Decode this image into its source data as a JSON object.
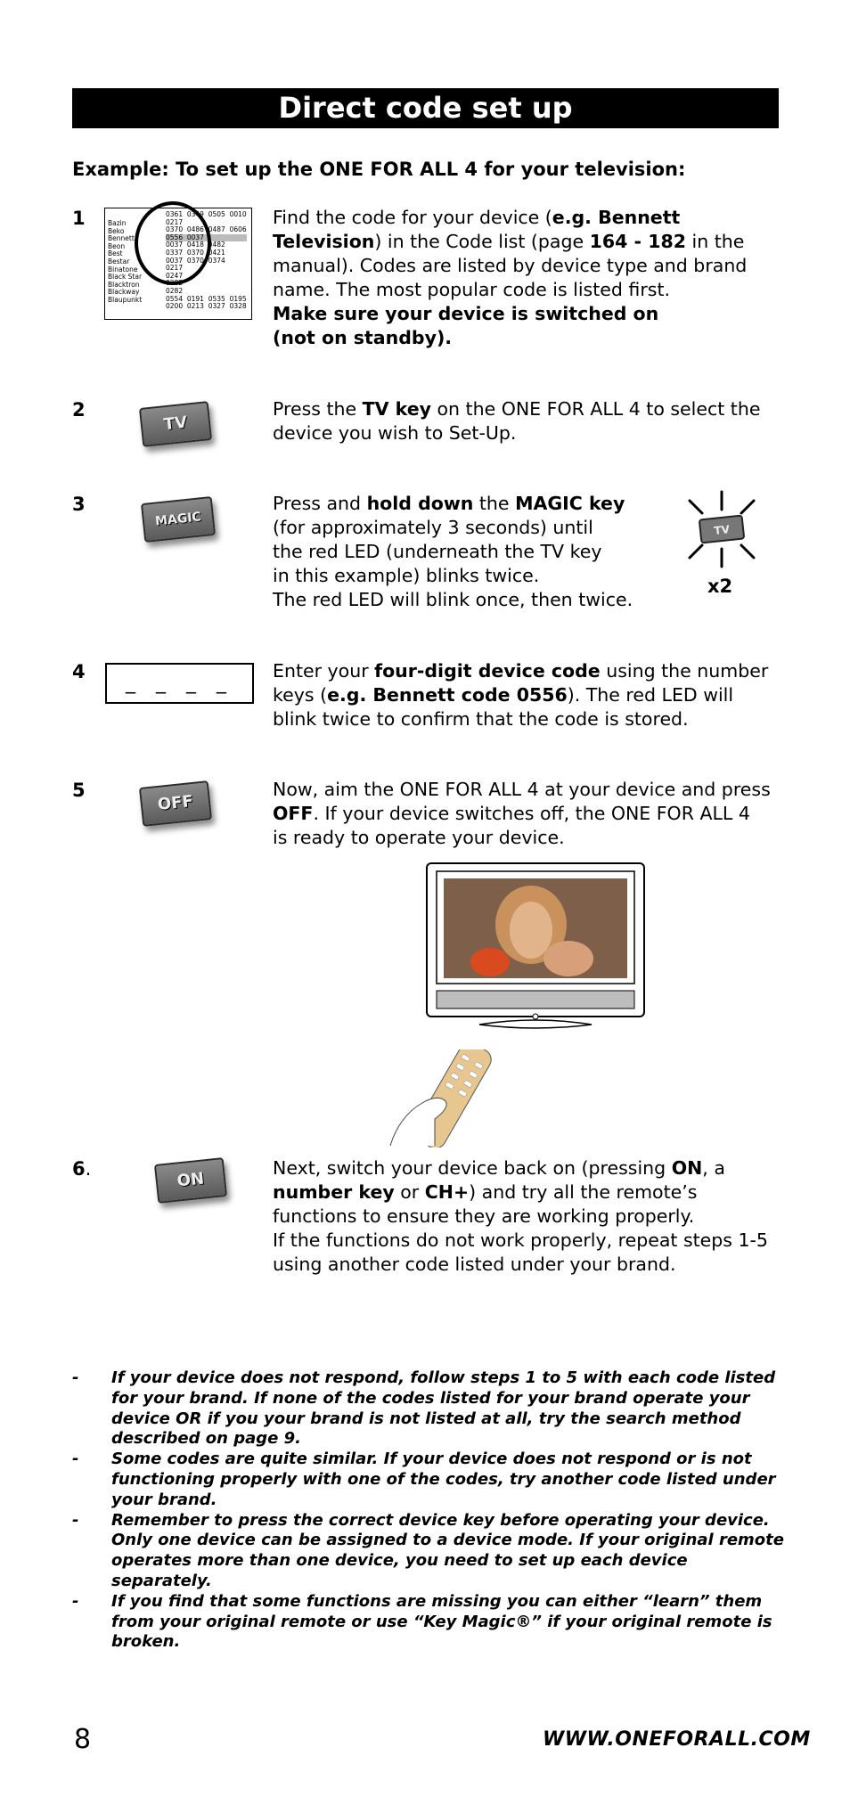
{
  "title": "Direct code set up",
  "example_heading": "Example: To set up the ONE FOR ALL 4 for your television:",
  "steps": {
    "s1": {
      "number": "1",
      "lines": [
        [
          "Find the code for your device (",
          "e.g. Bennett"
        ],
        [
          "Television",
          ") in the Code list (page ",
          "164 - 182",
          " in the"
        ],
        [
          "manual). Codes are listed by device type and brand"
        ],
        [
          "name. The most popular code is listed first."
        ],
        [
          "Make sure your device is switched on"
        ],
        [
          "(not on standby)."
        ]
      ]
    },
    "s2": {
      "number": "2",
      "key": "TV",
      "t1": "Press the ",
      "b1": "TV key",
      "t2": " on the ONE FOR ALL 4 to select the",
      "t3": "device you wish to Set-Up."
    },
    "s3": {
      "number": "3",
      "key": "MAGIC",
      "t1": "Press and ",
      "b1": "hold down",
      "t2": " the ",
      "b2": "MAGIC key",
      "l2": "(for approximately 3 seconds) until",
      "l3": "the red LED (underneath the TV key",
      "l4": "in this example) blinks twice.",
      "l5": "The red LED will blink once, then twice.",
      "blink_key": "TV",
      "blink_count": "x2"
    },
    "s4": {
      "number": "4",
      "code_placeholder": "_ _ _ _",
      "t1": "Enter your ",
      "b1": "four-digit device code",
      "t2": " using the number",
      "t3": "keys (",
      "b2": "e.g. Bennett code 0556",
      "t4": "). The red LED will",
      "l3": "blink twice to confirm that the code is stored."
    },
    "s5": {
      "number": "5",
      "key": "OFF",
      "l1": "Now, aim the ONE FOR ALL 4 at your device and press",
      "b1": "OFF",
      "t2": ".  If your device switches off, the ONE FOR ALL 4",
      "l3": "is ready to operate your device."
    },
    "s6": {
      "number": "6",
      "number_suffix": ".",
      "key": "ON",
      "t1": "Next, switch your device back on (pressing ",
      "b1": "ON",
      "t2": ", a",
      "b2": "number key",
      "t3": " or ",
      "b3": "CH+",
      "t4": ") and try all the remote’s",
      "l3": "functions to ensure they are working properly.",
      "l4": "If the functions do not work properly, repeat steps 1-5",
      "l5": "using another code listed under your brand."
    }
  },
  "code_list": {
    "brands": [
      "Bazin",
      "Beko",
      "Bennett",
      "Beon",
      "Best",
      "Bestar",
      "Binatone",
      "Black Star",
      "Blacktron",
      "Blackway",
      "Blaupunkt"
    ],
    "codes": [
      "0361  0349  0505  0010",
      "0217",
      "0370  0486  0487  0606",
      "0556  0037",
      "0037  0418  0482",
      "0337  0370  0421",
      "0037  0370  0374",
      "0217",
      "0247",
      "0282",
      "0282",
      "0554  0191  0535  0195",
      "0200  0213  0327  0328"
    ]
  },
  "notes": [
    {
      "dash": "-",
      "lines": [
        "If your device does not respond, follow steps 1 to 5 with each code listed",
        "for your brand. If none of the codes listed for your brand operate your",
        "device OR if you your brand is not listed at all, try the search method",
        "described on page 9."
      ]
    },
    {
      "dash": "-",
      "lines": [
        "Some codes are quite similar. If your device does not respond or is not",
        "functioning properly with one of the codes, try another code listed under",
        "your brand."
      ]
    },
    {
      "dash": "-",
      "lines": [
        "Remember to press the correct device key before operating your device.",
        "Only one device can be assigned to a device mode.  If your original remote",
        "operates more than one device, you need to set up each device separately."
      ]
    },
    {
      "dash": "-",
      "lines": [
        "If you find that some functions are missing you can either “learn” them",
        "from your original remote or use “Key Magic®” if your original remote is",
        "broken."
      ]
    }
  ],
  "footer": {
    "page_number": "8",
    "url": "WWW.ONEFORALL.COM"
  }
}
